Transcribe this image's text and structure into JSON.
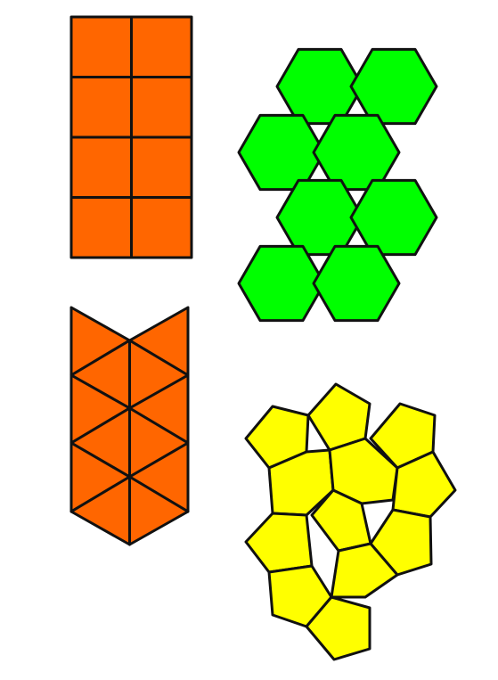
{
  "colors": {
    "background": "#ffffff",
    "stroke": "#111111",
    "squares_fill": "#ff6600",
    "hexagons_fill": "#00ff00",
    "triangles_fill": "#ff6600",
    "pentagons_fill": "#ffff00"
  },
  "shapes": {
    "squares": {
      "kind": "square",
      "count": 8,
      "columns": 2,
      "rows": 4
    },
    "hexagons": {
      "kind": "hexagon",
      "count": 8
    },
    "triangles": {
      "kind": "triangle",
      "count": 12
    },
    "pentagons": {
      "kind": "pentagon",
      "count": 12
    }
  }
}
